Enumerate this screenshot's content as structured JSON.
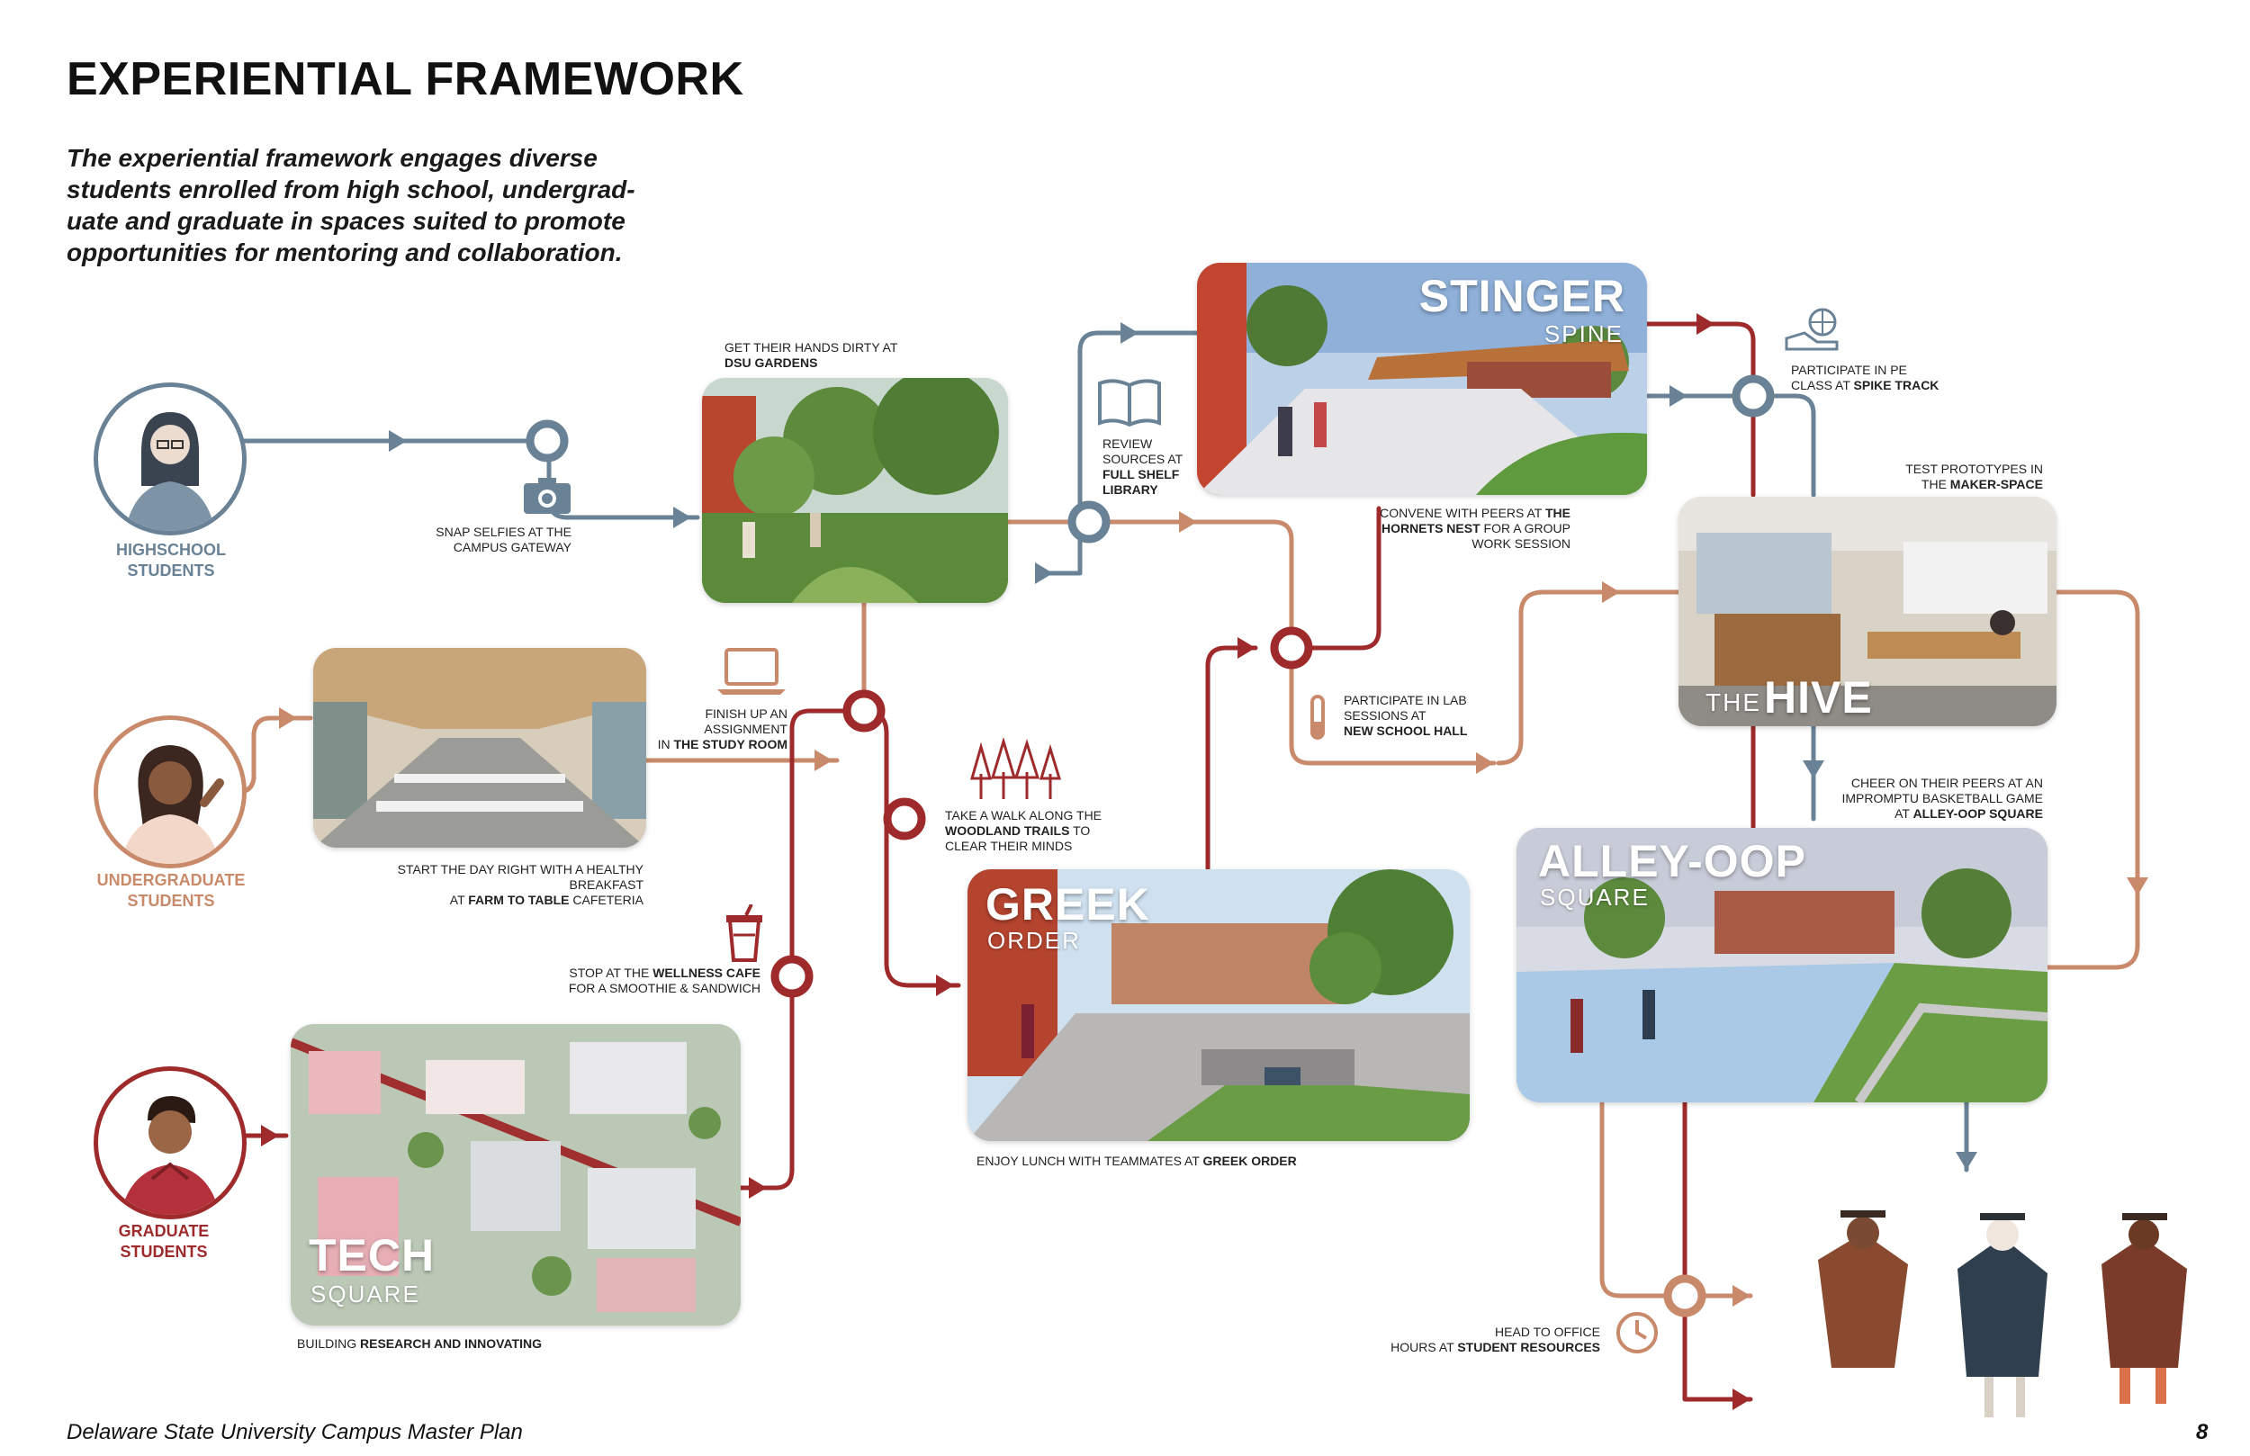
{
  "page": {
    "title": "EXPERIENTIAL FRAMEWORK",
    "intro": "The experiential framework engages diverse students enrolled from high school, undergrad-uate and graduate in spaces suited to promote opportunities for mentoring and collaboration.",
    "footer": "Delaware State University Campus Master Plan",
    "page_number": "8"
  },
  "colors": {
    "highschool": "#6a8296",
    "undergraduate": "#c98a6b",
    "graduate": "#9e2a2b"
  },
  "personas": {
    "highschool": {
      "label_line1": "HIGHSCHOOL",
      "label_line2": "STUDENTS"
    },
    "undergraduate": {
      "label_line1": "UNDERGRADUATE",
      "label_line2": "STUDENTS"
    },
    "graduate": {
      "label_line1": "GRADUATE",
      "label_line2": "STUDENTS"
    }
  },
  "places": {
    "stinger": {
      "title": "STINGER",
      "subtitle": "SPINE"
    },
    "hive": {
      "prefix": "THE",
      "title": "HIVE"
    },
    "greek": {
      "title": "GREEK",
      "subtitle": "ORDER"
    },
    "alley": {
      "title": "ALLEY-OOP",
      "subtitle": "SQUARE"
    },
    "tech": {
      "title": "TECH",
      "subtitle": "SQUARE"
    }
  },
  "captions": {
    "gardens": {
      "normal": "GET THEIR HANDS DIRTY AT",
      "bold": "DSU GARDENS"
    },
    "selfies": {
      "line1": "SNAP SELFIES AT THE",
      "line2": "CAMPUS GATEWAY"
    },
    "library": {
      "line1": "REVIEW",
      "line2": "SOURCES AT",
      "bold1": "FULL SHELF",
      "bold2": "LIBRARY"
    },
    "pe": {
      "line1": "PARTICIPATE IN PE",
      "line2_normal": "CLASS AT ",
      "line2_bold": "SPIKE TRACK"
    },
    "maker": {
      "line1": "TEST PROTOTYPES IN",
      "line2_normal": "THE ",
      "line2_bold": "MAKER-SPACE"
    },
    "hornets": {
      "line1_normal": "CONVENE WITH PEERS AT ",
      "line1_bold": "THE",
      "line2_bold": "HORNETS NEST",
      "line2_normal": " FOR A GROUP",
      "line3": "WORK SESSION"
    },
    "study": {
      "line1": "FINISH UP AN",
      "line2": "ASSIGNMENT",
      "line3_normal": "IN ",
      "line3_bold": "THE STUDY ROOM"
    },
    "lab": {
      "line1": "PARTICIPATE IN LAB",
      "line2": "SESSIONS AT",
      "bold": "NEW SCHOOL HALL"
    },
    "woodland": {
      "line1": "TAKE A WALK ALONG THE",
      "line2_bold": "WOODLAND TRAILS",
      "line2_normal": " TO",
      "line3": "CLEAR THEIR MINDS"
    },
    "breakfast": {
      "line1": "START THE DAY RIGHT WITH A HEALTHY BREAKFAST",
      "line2_normal": "AT  ",
      "line2_bold": "FARM TO TABLE",
      "line2_end": " CAFETERIA"
    },
    "basketball": {
      "line1": "CHEER ON THEIR PEERS AT AN",
      "line2": "IMPROMPTU  BASKETBALL GAME",
      "line3_normal": "AT ",
      "line3_bold": "ALLEY-OOP SQUARE"
    },
    "wellness": {
      "line1_normal": "STOP AT THE ",
      "line1_bold": "WELLNESS CAFE",
      "line2": "FOR A SMOOTHIE & SANDWICH"
    },
    "lunch": {
      "normal": "ENJOY LUNCH WITH TEAMMATES AT ",
      "bold": "GREEK ORDER"
    },
    "research": {
      "normal": "BUILDING ",
      "bold": "RESEARCH AND INNOVATING"
    },
    "office": {
      "line1": "HEAD TO OFFICE",
      "line2_normal": "HOURS AT ",
      "line2_bold": "STUDENT RESOURCES"
    }
  },
  "icons": [
    "camera-icon",
    "book-icon",
    "basketball-shoe-icon",
    "laptop-icon",
    "test-tube-icon",
    "forest-icon",
    "smoothie-cup-icon",
    "clock-icon"
  ]
}
